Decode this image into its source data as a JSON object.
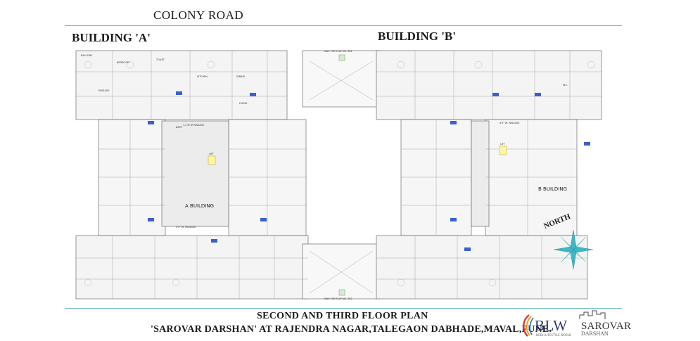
{
  "header": {
    "road": "COLONY ROAD",
    "building_a": "BUILDING 'A'",
    "building_b": "BUILDING 'B'"
  },
  "plan_labels": {
    "a_building": "A BUILDING",
    "b_building": "B BUILDING",
    "north": "NORTH",
    "passage_12": "1.2 M W PASSAGE",
    "passage_4": "4'0\" W. PASSAGE",
    "lift": "LIFT",
    "plot_note": "ONLY FOR FLAT NO. 302"
  },
  "room_labels": [
    "BALCONY",
    "BEDROOM",
    "TOILET",
    "KITCHEN",
    "DINING",
    "LIVING",
    "BATH",
    "PASSAGE",
    "W.C."
  ],
  "footer": {
    "title": "SECOND AND THIRD FLOOR PLAN",
    "subtitle": "'SAROVAR DARSHAN' AT RAJENDRA NAGAR,TALEGAON DABHADE,MAVAL,PUNE."
  },
  "logos": {
    "blw": "BLW",
    "blw_tagline": "BODH LIFESTYLE WORLD",
    "sarovar_top": "SAROVAR",
    "sarovar_bottom": "DARSHAN"
  },
  "colors": {
    "rule": "#6fb9c9",
    "compass": "#3fb7c6",
    "logo": "#2c3a72"
  }
}
